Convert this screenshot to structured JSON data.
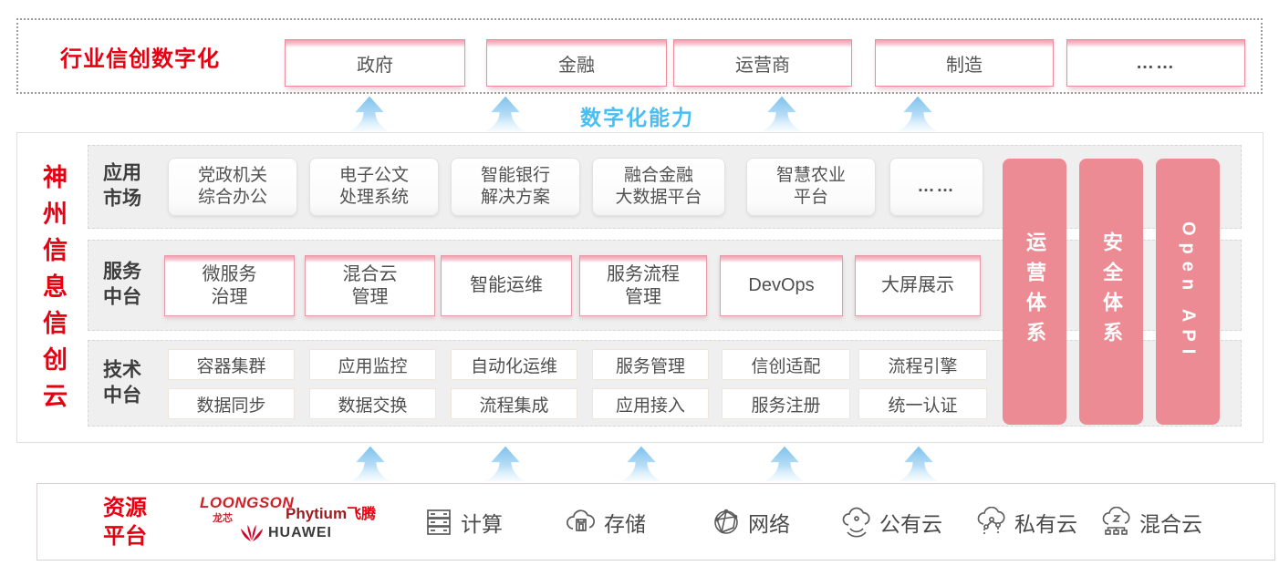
{
  "top_banner": {
    "label": "行业信创数字化",
    "industries": [
      "政府",
      "金融",
      "运营商",
      "制造",
      "……"
    ]
  },
  "capability_label": "数字化能力",
  "platform": {
    "title_vertical": "神州信息信创云",
    "rows": [
      {
        "label": "应用\n市场",
        "items": [
          "党政机关\n综合办公",
          "电子公文\n处理系统",
          "智能银行\n解决方案",
          "融合金融\n大数据平台",
          "智慧农业\n平台",
          "……"
        ]
      },
      {
        "label": "服务\n中台",
        "items": [
          "微服务\n治理",
          "混合云\n管理",
          "智能运维",
          "服务流程\n管理",
          "DevOps",
          "大屏展示"
        ]
      },
      {
        "label": "技术\n中台",
        "grid": [
          [
            "容器集群",
            "应用监控",
            "自动化运维",
            "服务管理",
            "信创适配",
            "流程引擎"
          ],
          [
            "数据同步",
            "数据交换",
            "流程集成",
            "应用接入",
            "服务注册",
            "统一认证"
          ]
        ]
      }
    ],
    "pillars": [
      "运营体系",
      "安全体系",
      "Open API"
    ]
  },
  "resources": {
    "label": "资源\n平台",
    "vendors": [
      {
        "name": "LOONGSON",
        "sub": "龙芯"
      },
      {
        "name": "Phytium",
        "sub": "飞腾"
      },
      {
        "name": "HUAWEI",
        "sub": ""
      }
    ],
    "items": [
      {
        "icon": "compute-server-icon",
        "label": "计算"
      },
      {
        "icon": "storage-cloud-icon",
        "label": "存储"
      },
      {
        "icon": "network-globe-icon",
        "label": "网络"
      },
      {
        "icon": "public-cloud-icon",
        "label": "公有云"
      },
      {
        "icon": "private-cloud-icon",
        "label": "私有云"
      },
      {
        "icon": "hybrid-cloud-icon",
        "label": "混合云"
      }
    ]
  },
  "colors": {
    "accent_red": "#e60012",
    "pillar_pink": "#ec8b93",
    "capability_blue": "#49bef2",
    "box_border_pink": "#ef8b9b"
  }
}
